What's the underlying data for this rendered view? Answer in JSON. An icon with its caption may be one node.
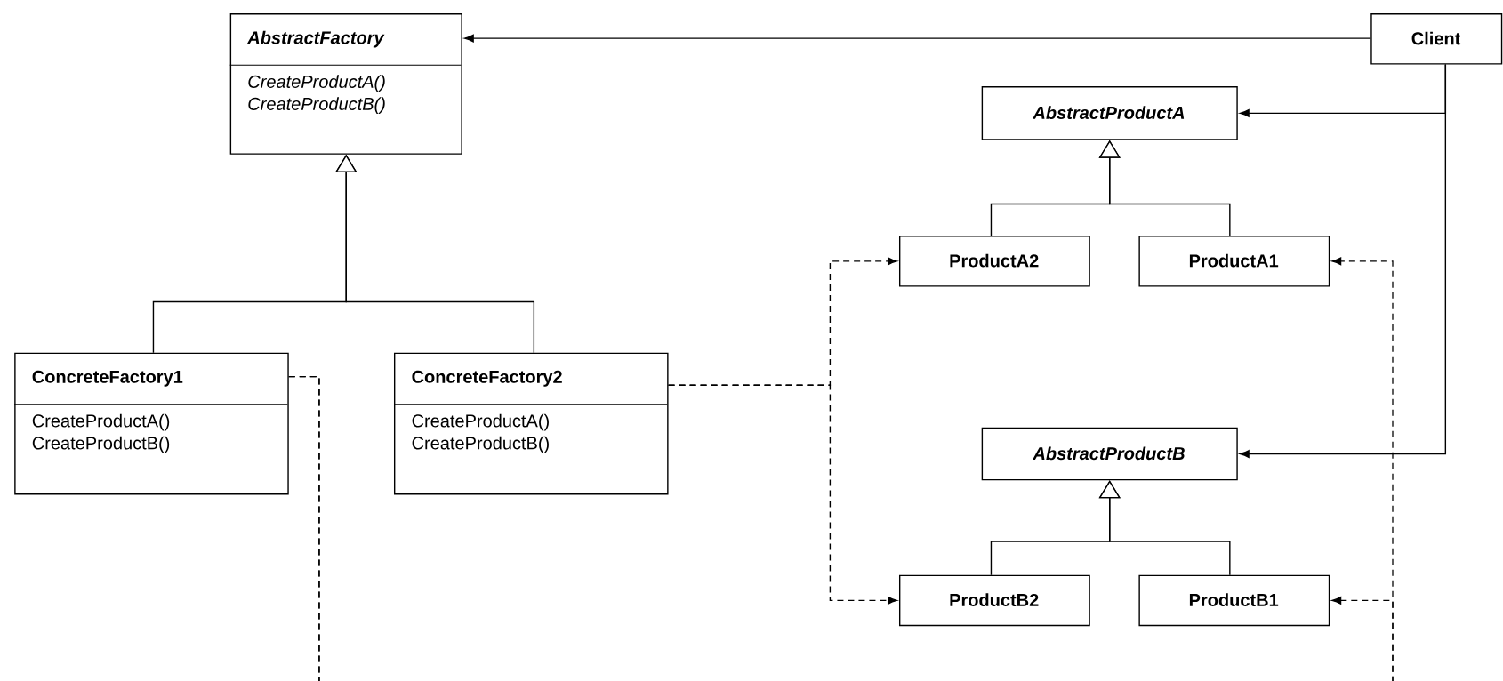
{
  "diagram": {
    "nodes": [
      {
        "text": [
          "AbstractFactory",
          "CreateProductA() CreateProductB()"
        ]
      },
      {
        "text": [
          "Client"
        ]
      },
      {
        "text": [
          "AbstractProductA"
        ]
      },
      {
        "text": [
          "ProductA2"
        ]
      },
      {
        "text": [
          "ProductA1"
        ]
      },
      {
        "text": [
          "ConcreteFactory1",
          "CreateProductA() CreateProductB()"
        ]
      },
      {
        "text": [
          "ConcreteFactory2",
          "CreateProductA() CreateProductB()"
        ]
      },
      {
        "text": [
          "AbstractProductB"
        ]
      },
      {
        "text": [
          "ProductB2"
        ]
      },
      {
        "text": [
          "ProductB1"
        ]
      }
    ],
    "edges": [
      {
        "from": 1,
        "to": 0,
        "arrow": "to"
      },
      {
        "from": 1,
        "to": 2,
        "arrow": "to"
      },
      {
        "from": 1,
        "to": 7,
        "arrow": "to"
      },
      {
        "from": 5,
        "to": 0,
        "arrow": "to"
      },
      {
        "from": 6,
        "to": 0,
        "arrow": "to"
      },
      {
        "from": 3,
        "to": 2,
        "arrow": "to"
      },
      {
        "from": 4,
        "to": 2,
        "arrow": "to"
      },
      {
        "from": 8,
        "to": 7,
        "arrow": "to"
      },
      {
        "from": 9,
        "to": 7,
        "arrow": "to"
      },
      {
        "from": 6,
        "to": 3,
        "arrow": "to",
        "style": "dashed"
      },
      {
        "from": 6,
        "to": 8,
        "arrow": "to",
        "style": "dashed"
      },
      {
        "from": 5,
        "to": 4,
        "arrow": "to",
        "style": "dashed"
      },
      {
        "from": 5,
        "to": 9,
        "arrow": "to",
        "style": "dashed"
      }
    ]
  }
}
